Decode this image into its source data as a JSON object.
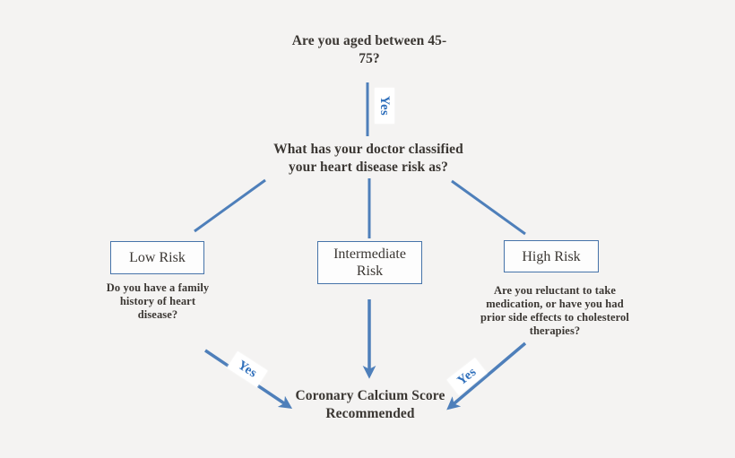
{
  "palette": {
    "background": "#f4f3f2",
    "connector_blue": "#4e7fba",
    "yes_text_blue": "#2f6fbb",
    "box_border_blue": "#4673a9",
    "body_text": "#3b3733"
  },
  "flowchart": {
    "question_age": "Are you aged between 45-75?",
    "yes_top": "Yes",
    "question_doctor": "What has your doctor classified your heart disease risk as?",
    "nodes": {
      "low": {
        "label": "Low Risk"
      },
      "intermediate": {
        "label": "Intermediate Risk"
      },
      "high": {
        "label": "High Risk"
      }
    },
    "question_low": "Do you have a family history of heart disease?",
    "question_high": "Are you reluctant to take medication, or have you had prior side effects to cholesterol therapies?",
    "yes_left": "Yes",
    "yes_right": "Yes",
    "result": "Coronary Calcium Score Recommended"
  }
}
